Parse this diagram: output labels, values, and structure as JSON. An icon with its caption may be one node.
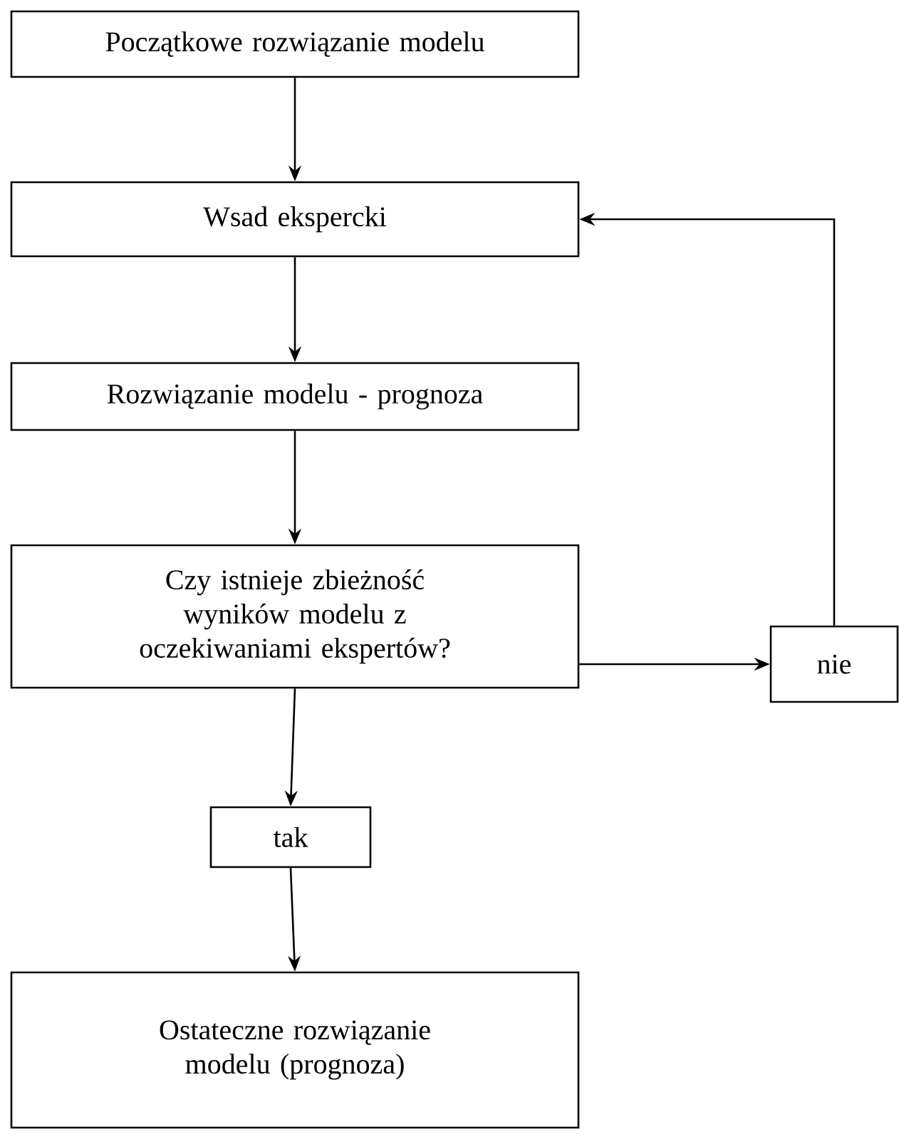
{
  "diagram": {
    "nodes": [
      {
        "text": [
          "Początkowe rozwiązanie modelu"
        ]
      },
      {
        "text": [
          "Wsad ekspercki"
        ]
      },
      {
        "text": [
          "Rozwiązanie modelu - prognoza"
        ]
      },
      {
        "text": [
          "Czy istnieje zbieżność wyników modelu z oczekiwaniami ekspertów?"
        ]
      },
      {
        "text": [
          "nie"
        ]
      },
      {
        "text": [
          "tak"
        ]
      },
      {
        "text": [
          "Ostateczne rozwiązanie modelu (prognoza)"
        ]
      }
    ],
    "edges": [
      {
        "from": 0,
        "to": 1,
        "arrow": "to"
      },
      {
        "from": 1,
        "to": 2,
        "arrow": "to"
      },
      {
        "from": 2,
        "to": 3,
        "arrow": "to"
      },
      {
        "from": 3,
        "to": 4,
        "arrow": "to"
      },
      {
        "from": 4,
        "to": 1,
        "arrow": "to"
      },
      {
        "from": 3,
        "to": 5,
        "arrow": "to"
      },
      {
        "from": 5,
        "to": 6,
        "arrow": "to"
      }
    ]
  }
}
